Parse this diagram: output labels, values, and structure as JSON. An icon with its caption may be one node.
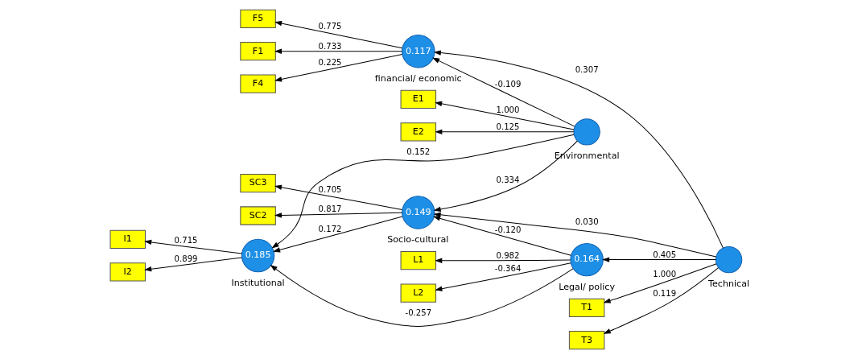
{
  "diagram": {
    "nodes": [
      {
        "text": [
          "I1"
        ]
      },
      {
        "text": [
          "I2"
        ]
      },
      {
        "text": [
          "0.185"
        ],
        "beside": [
          "Institutional"
        ]
      },
      {
        "text": [],
        "shape": "circle",
        "beside": [
          "Environmental"
        ]
      },
      {
        "text": [
          "E1"
        ]
      },
      {
        "text": [
          "E2"
        ]
      },
      {
        "text": [
          "SC2"
        ]
      },
      {
        "text": [
          "SC3"
        ]
      },
      {
        "text": [
          "0.149"
        ],
        "beside": [
          "Socio-cultural"
        ]
      },
      {
        "text": [
          "0.117"
        ],
        "beside": [
          "financial/ economic"
        ]
      },
      {
        "text": [
          "F1"
        ]
      },
      {
        "text": [
          "F4"
        ]
      },
      {
        "text": [
          "F5"
        ]
      },
      {
        "text": [
          "L1"
        ]
      },
      {
        "text": [
          "L2"
        ]
      },
      {
        "text": [
          "0.164"
        ],
        "beside": [
          "Legal/ policy"
        ]
      },
      {
        "text": [],
        "shape": "circle",
        "beside": [
          "Technical"
        ]
      },
      {
        "text": [
          "T1"
        ]
      },
      {
        "text": [
          "T3"
        ]
      }
    ],
    "edges": [
      {
        "from": 2,
        "to": 0,
        "arrow": "to",
        "label": "0.715"
      },
      {
        "from": 2,
        "to": 1,
        "arrow": "to",
        "label": "0.899"
      },
      {
        "from": 3,
        "to": 2,
        "arrow": "to",
        "label": "0.152"
      },
      {
        "from": 3,
        "to": 4,
        "arrow": "to",
        "label": "1.000"
      },
      {
        "from": 3,
        "to": 5,
        "arrow": "to",
        "label": "0.125"
      },
      {
        "from": 8,
        "to": 2,
        "arrow": "to",
        "label": "0.172"
      },
      {
        "from": 3,
        "to": 8,
        "arrow": "to",
        "label": "0.334"
      },
      {
        "from": 3,
        "to": 9,
        "arrow": "to",
        "label": "-0.109"
      },
      {
        "from": 8,
        "to": 6,
        "arrow": "to",
        "label": "0.817"
      },
      {
        "from": 8,
        "to": 7,
        "arrow": "to",
        "label": "0.705"
      },
      {
        "from": 15,
        "to": 2,
        "arrow": "to",
        "label": "-0.257"
      },
      {
        "from": 15,
        "to": 8,
        "arrow": "to",
        "label": "-0.120"
      },
      {
        "from": 16,
        "to": 8,
        "arrow": "to",
        "label": "0.030"
      },
      {
        "from": 16,
        "to": 9,
        "arrow": "to",
        "label": "0.307"
      },
      {
        "from": 9,
        "to": 10,
        "arrow": "to",
        "label": "0.733"
      },
      {
        "from": 9,
        "to": 11,
        "arrow": "to",
        "label": "0.225"
      },
      {
        "from": 9,
        "to": 12,
        "arrow": "to",
        "label": "0.775"
      },
      {
        "from": 15,
        "to": 13,
        "arrow": "to",
        "label": "0.982"
      },
      {
        "from": 15,
        "to": 14,
        "arrow": "to",
        "label": "-0.364"
      },
      {
        "from": 16,
        "to": 15,
        "arrow": "to",
        "label": "0.405"
      },
      {
        "from": 16,
        "to": 17,
        "arrow": "to",
        "label": "1.000"
      },
      {
        "from": 16,
        "to": 18,
        "arrow": "to",
        "label": "0.119"
      }
    ]
  }
}
